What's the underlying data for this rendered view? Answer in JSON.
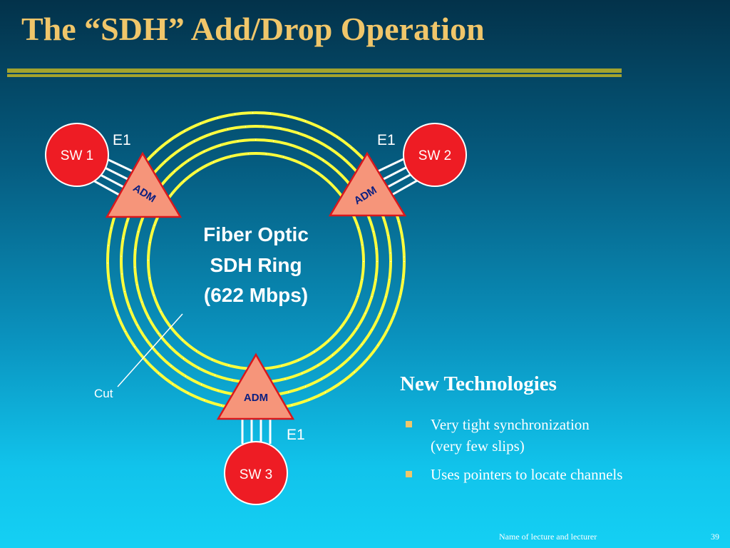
{
  "slide": {
    "title": "The “SDH” Add/Drop Operation",
    "footer": "Name of lecture and lecturer",
    "page_number": "39"
  },
  "diagram": {
    "ring_label": [
      "Fiber Optic",
      "SDH Ring",
      "(622 Mbps)"
    ],
    "cut_label": "Cut",
    "nodes": [
      {
        "switch": "SW 1",
        "adm": "ADM",
        "link": "E1"
      },
      {
        "switch": "SW 2",
        "adm": "ADM",
        "link": "E1"
      },
      {
        "switch": "SW 3",
        "adm": "ADM",
        "link": "E1"
      }
    ],
    "colors": {
      "ring": "#ffff3c",
      "switch": "#ee1c24",
      "adm_fill": "#f6957a",
      "adm_stroke": "#d9171c",
      "adm_text": "#0b1f80",
      "title": "#f0c66a"
    }
  },
  "panel": {
    "heading": "New Technologies",
    "bullets": [
      [
        "Very tight synchronization",
        "(very few slips)"
      ],
      [
        "Uses pointers to locate channels"
      ]
    ]
  }
}
